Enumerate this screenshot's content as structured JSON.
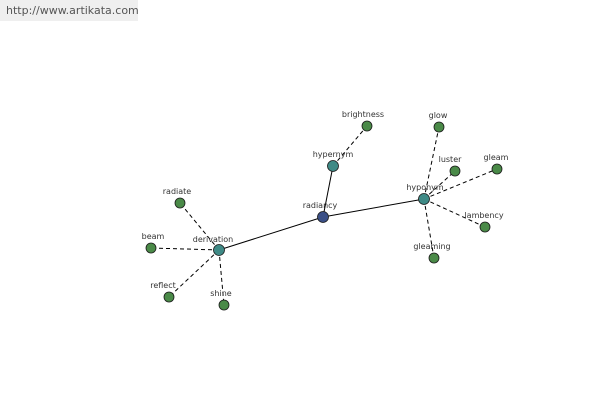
{
  "site": {
    "url": "http://www.artikata.com"
  },
  "graph": {
    "colors": {
      "root": "#3a4f86",
      "hub": "#3f8a86",
      "leaf": "#4a8a48",
      "stroke": "#1a1a1a",
      "edge": "#000000"
    },
    "nodes": [
      {
        "id": "radiancy",
        "label": "radiancy",
        "kind": "root"
      },
      {
        "id": "derivation",
        "label": "derivation",
        "kind": "hub"
      },
      {
        "id": "hypernym",
        "label": "hypernym",
        "kind": "hub"
      },
      {
        "id": "hyponym",
        "label": "hyponym",
        "kind": "hub"
      },
      {
        "id": "brightness",
        "label": "brightness",
        "kind": "leaf"
      },
      {
        "id": "radiate",
        "label": "radiate",
        "kind": "leaf"
      },
      {
        "id": "beam",
        "label": "beam",
        "kind": "leaf"
      },
      {
        "id": "reflect",
        "label": "reflect",
        "kind": "leaf"
      },
      {
        "id": "shine",
        "label": "shine",
        "kind": "leaf"
      },
      {
        "id": "glow",
        "label": "glow",
        "kind": "leaf"
      },
      {
        "id": "luster",
        "label": "luster",
        "kind": "leaf"
      },
      {
        "id": "gleam",
        "label": "gleam",
        "kind": "leaf"
      },
      {
        "id": "lambency",
        "label": "lambency",
        "kind": "leaf"
      },
      {
        "id": "gleaming",
        "label": "gleaming",
        "kind": "leaf"
      }
    ],
    "edges": [
      {
        "from": "radiancy",
        "to": "derivation",
        "style": "solid"
      },
      {
        "from": "radiancy",
        "to": "hypernym",
        "style": "solid"
      },
      {
        "from": "radiancy",
        "to": "hyponym",
        "style": "solid"
      },
      {
        "from": "hypernym",
        "to": "brightness",
        "style": "dashed"
      },
      {
        "from": "derivation",
        "to": "radiate",
        "style": "dashed"
      },
      {
        "from": "derivation",
        "to": "beam",
        "style": "dashed"
      },
      {
        "from": "derivation",
        "to": "reflect",
        "style": "dashed"
      },
      {
        "from": "derivation",
        "to": "shine",
        "style": "dashed"
      },
      {
        "from": "hyponym",
        "to": "glow",
        "style": "dashed"
      },
      {
        "from": "hyponym",
        "to": "luster",
        "style": "dashed"
      },
      {
        "from": "hyponym",
        "to": "gleam",
        "style": "dashed"
      },
      {
        "from": "hyponym",
        "to": "lambency",
        "style": "dashed"
      },
      {
        "from": "hyponym",
        "to": "gleaming",
        "style": "dashed"
      }
    ]
  }
}
